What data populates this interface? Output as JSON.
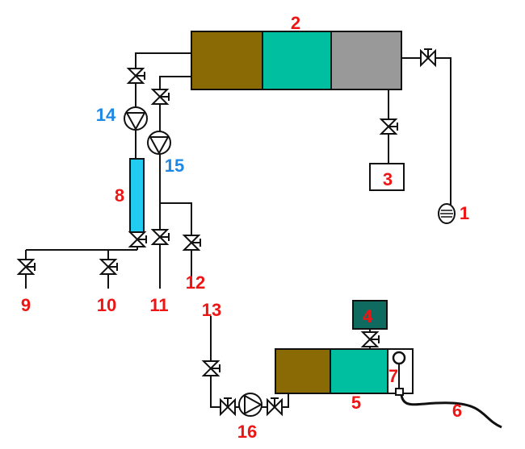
{
  "colors": {
    "label_red": "#ee1515",
    "label_blue": "#1e88e5",
    "brown": "#8a6a05",
    "teal": "#00bfa0",
    "gray": "#999999",
    "column_blue": "#22ccf0",
    "dark_teal": "#0f6b5f",
    "line": "#111111"
  },
  "labels": {
    "l1": "1",
    "l2": "2",
    "l3": "3",
    "l4": "4",
    "l5": "5",
    "l6": "6",
    "l7": "7",
    "l8": "8",
    "l9": "9",
    "l10": "10",
    "l11": "11",
    "l12": "12",
    "l13": "13",
    "l14": "14",
    "l15": "15",
    "l16": "16"
  }
}
